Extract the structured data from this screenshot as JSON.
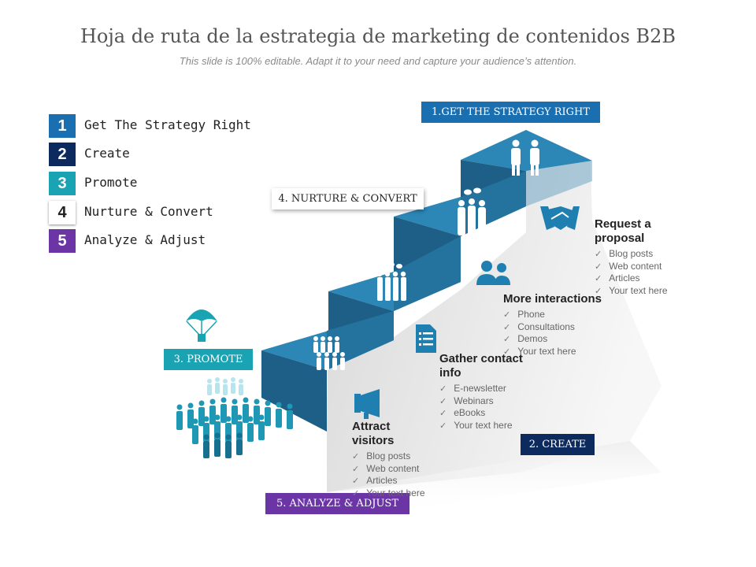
{
  "title": "Hoja de ruta de la estrategia de marketing de contenidos B2B",
  "subtitle": "This slide is 100% editable. Adapt it to your need and capture your audience’s attention.",
  "legend": [
    {
      "num": "1",
      "label": "Get The Strategy Right",
      "color": "#1a6fb0"
    },
    {
      "num": "2",
      "label": "Create",
      "color": "#0d2a5e"
    },
    {
      "num": "3",
      "label": "Promote",
      "color": "#1aa3b3"
    },
    {
      "num": "4",
      "label": "Nurture & Convert",
      "color": "#ffffff"
    },
    {
      "num": "5",
      "label": "Analyze & Adjust",
      "color": "#6b35a6"
    }
  ],
  "tags": {
    "strategy": {
      "label": "1.GET THE STRATEGY RIGHT",
      "color": "#1a6fb0"
    },
    "nurture": {
      "label": "4. NURTURE & CONVERT",
      "color": "#ffffff"
    },
    "promote": {
      "label": "3. PROMOTE",
      "color": "#1aa3b3"
    },
    "create": {
      "label": "2. CREATE",
      "color": "#0d2a5e"
    },
    "analyze": {
      "label": "5. ANALYZE & ADJUST",
      "color": "#6b35a6"
    }
  },
  "steps": [
    {
      "heading": "Attract visitors",
      "items": [
        "Blog posts",
        "Web content",
        "Articles",
        "Your text here"
      ]
    },
    {
      "heading": "Gather contact info",
      "items": [
        "E-newsletter",
        "Webinars",
        "eBooks",
        "Your text here"
      ]
    },
    {
      "heading": "More interactions",
      "items": [
        "Phone",
        "Consultations",
        "Demos",
        "Your text here"
      ]
    },
    {
      "heading": "Request a proposal",
      "items": [
        "Blog posts",
        "Web content",
        "Articles",
        "Your text here"
      ]
    }
  ],
  "check_glyph": "✓",
  "colors": {
    "stair_top": "#2c86b6",
    "stair_front": "#1d5f86",
    "stair_side": "#e3e3e3",
    "people": "#1e98b4",
    "icon": "#1e7fb0"
  },
  "icons": [
    "parachute-icon",
    "megaphone-icon",
    "document-icon",
    "users-icon",
    "handshake-icon",
    "crowd-icon"
  ]
}
